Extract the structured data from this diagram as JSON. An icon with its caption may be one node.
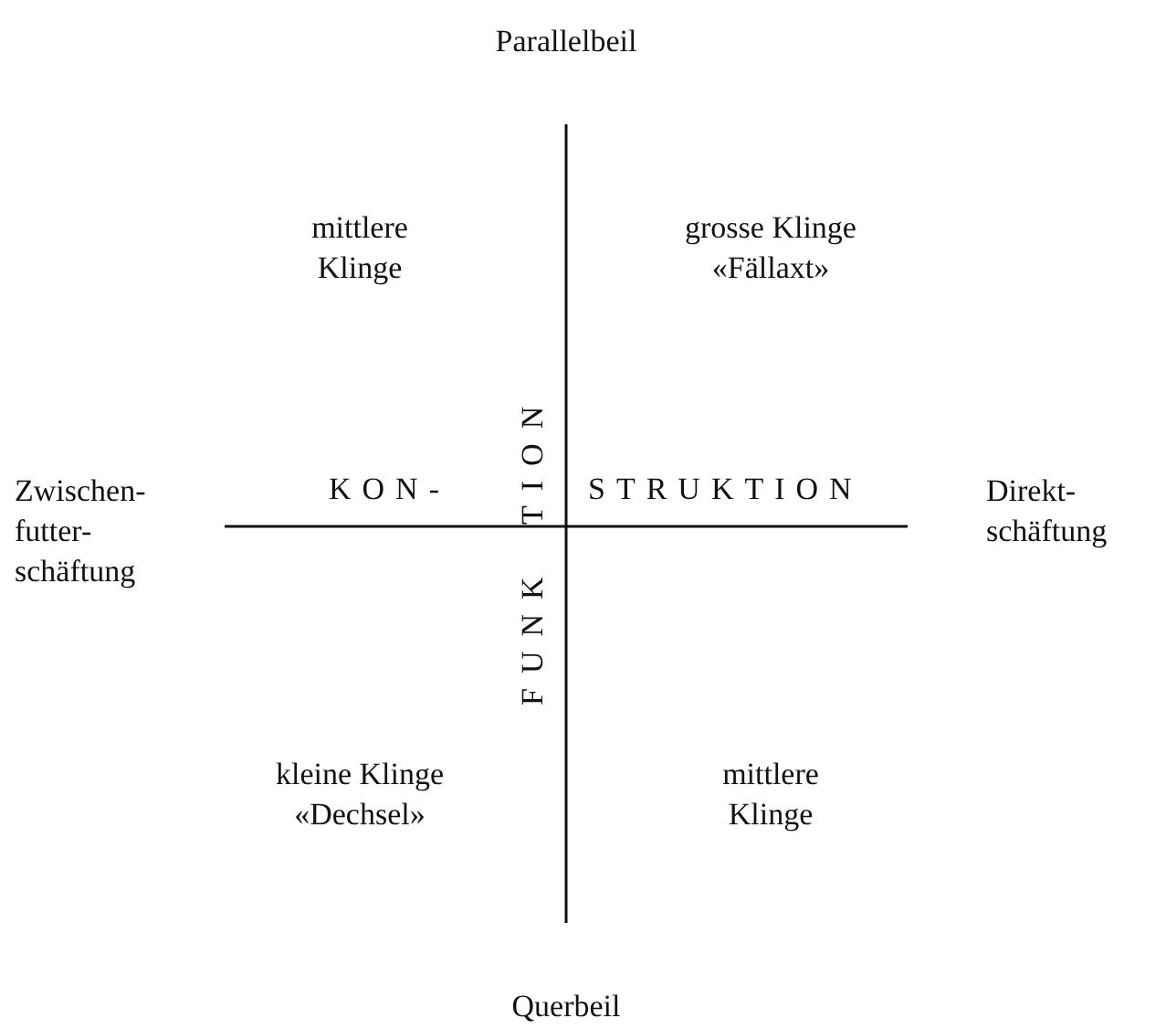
{
  "diagram": {
    "labels": [
      "Parallelbeil",
      "mittlere Klinge",
      "grosse Klinge «Fällaxt»",
      "TION",
      "Zwischen- futter- schäftung",
      "KON-",
      "STRUKTION",
      "Direkt- schäftung",
      "FUNK",
      "kleine Klinge «Dechsel»",
      "mittlere Klinge",
      "Querbeil"
    ]
  }
}
